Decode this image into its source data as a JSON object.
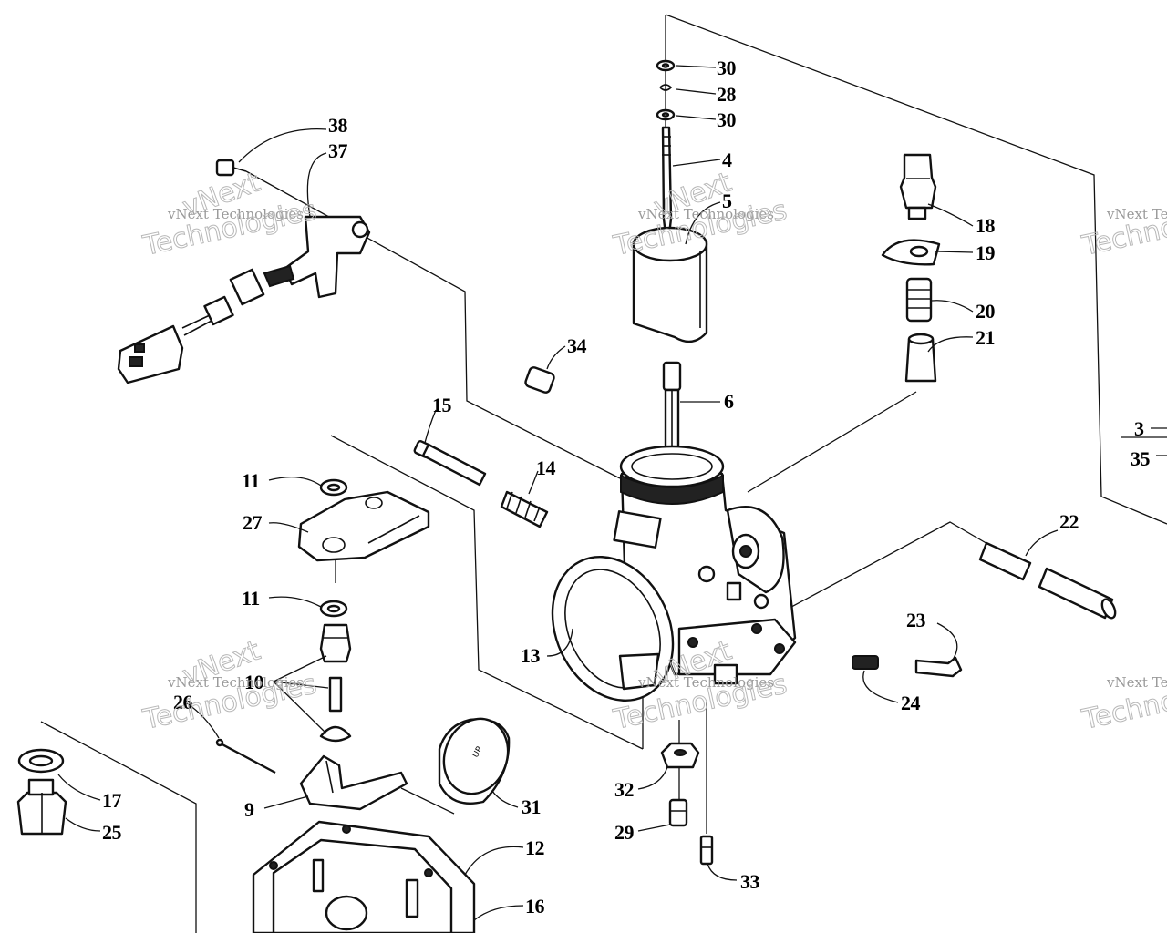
{
  "watermark": {
    "line1": "vNext Technologies",
    "line2": "Technologies",
    "line3": "vNext"
  },
  "callouts": {
    "c38": "38",
    "c37": "37",
    "c30a": "30",
    "c28": "28",
    "c30b": "30",
    "c4": "4",
    "c5": "5",
    "c18": "18",
    "c19": "19",
    "c20": "20",
    "c21": "21",
    "c34": "34",
    "c6": "6",
    "c15": "15",
    "c14": "14",
    "c11a": "11",
    "c27": "27",
    "c11b": "11",
    "c13": "13",
    "c10": "10",
    "c26": "26",
    "c22": "22",
    "c23": "23",
    "c24": "24",
    "c3": "3",
    "c35": "35",
    "c17": "17",
    "c25": "25",
    "c9": "9",
    "c31": "31",
    "c32": "32",
    "c29": "29",
    "c12": "12",
    "c33": "33",
    "c16": "16"
  },
  "colors": {
    "ink": "#111111",
    "paper": "#ffffff",
    "watermark": "#9a9a9a"
  }
}
